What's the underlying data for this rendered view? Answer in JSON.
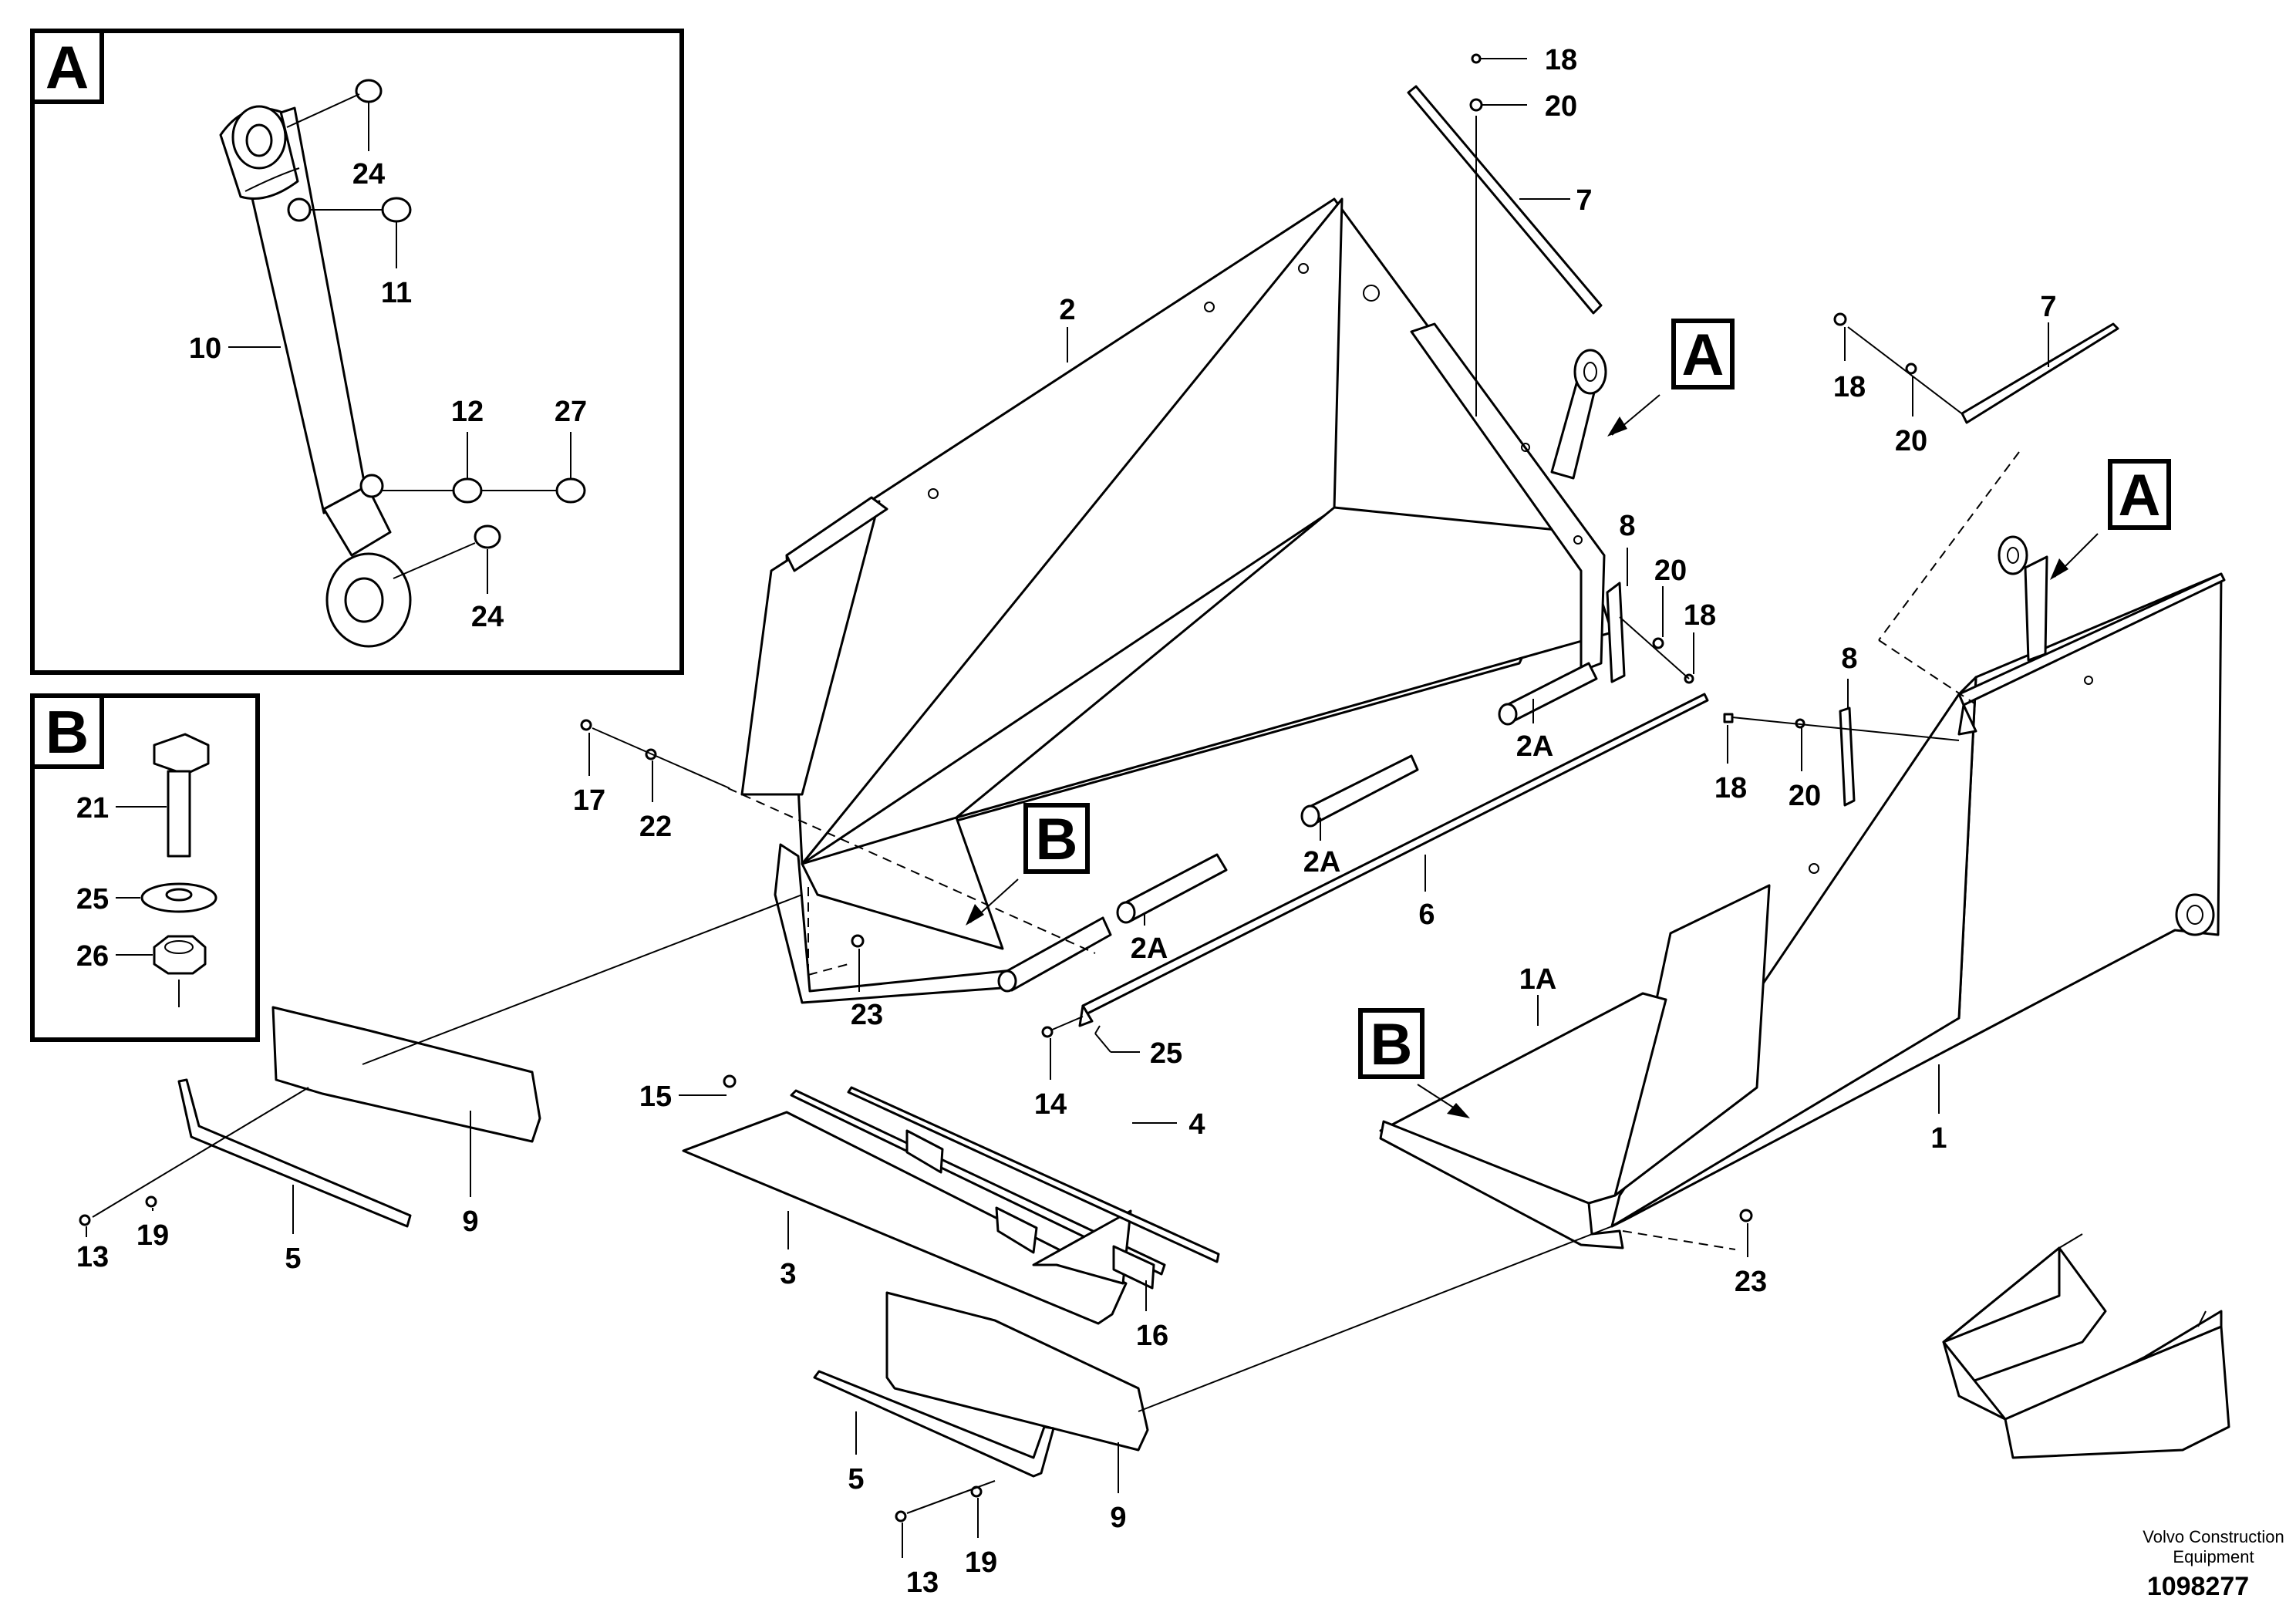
{
  "diagram": {
    "inset_a": {
      "letter": "A",
      "labels": [
        "24",
        "11",
        "10",
        "12",
        "27",
        "24"
      ]
    },
    "inset_b": {
      "letter": "B",
      "labels": [
        "21",
        "25",
        "26"
      ]
    },
    "callouts": {
      "a1": "A",
      "a2": "A",
      "b1": "B",
      "b2": "B"
    },
    "part_labels": {
      "p18a": "18",
      "p20a": "20",
      "p7a": "7",
      "p2": "2",
      "p8a": "8",
      "p20b": "20",
      "p18b": "18",
      "p2a_1": "2A",
      "p2a_2": "2A",
      "p2a_3": "2A",
      "p17": "17",
      "p22": "22",
      "p6": "6",
      "p23a": "23",
      "p7b": "7",
      "p18c": "18",
      "p20c": "20",
      "p8b": "8",
      "p18d": "18",
      "p20d": "20",
      "p1a": "1A",
      "p25": "25",
      "p14": "14",
      "p4": "4",
      "p15": "15",
      "p1": "1",
      "p23b": "23",
      "p13a": "13",
      "p19a": "19",
      "p5a": "5",
      "p9a": "9",
      "p3": "3",
      "p16": "16",
      "p5b": "5",
      "p9b": "9",
      "p13b": "13",
      "p19b": "19"
    },
    "credit_line1": "Volvo Construction",
    "credit_line2": "Equipment",
    "document_number": "1098277"
  }
}
